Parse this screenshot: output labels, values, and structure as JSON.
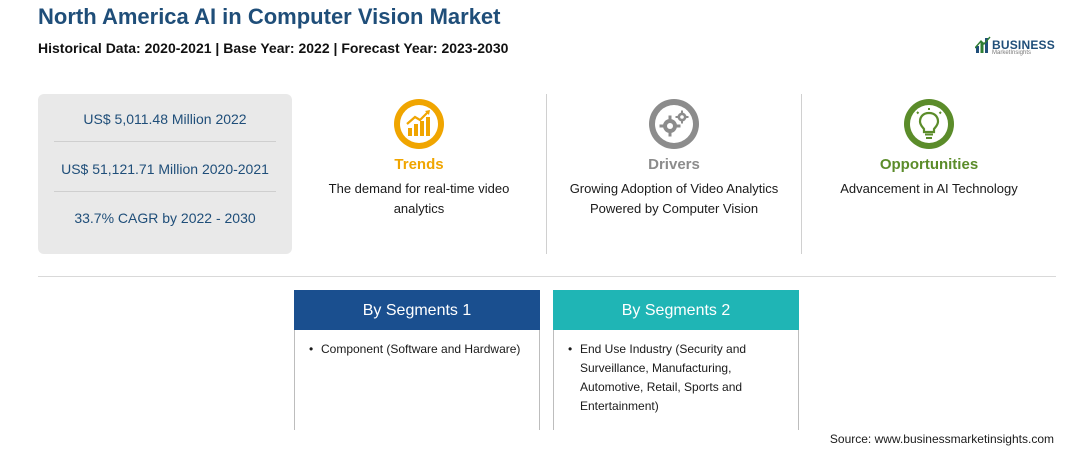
{
  "header": {
    "title": "North America AI in Computer Vision Market",
    "subtitle": "Historical Data: 2020-2021 | Base Year: 2022 | Forecast Year: 2023-2030"
  },
  "logo": {
    "name": "BUSINESS",
    "tagline": "MarketInsights"
  },
  "stats": [
    "US$ 5,011.48 Million 2022",
    "US$ 51,121.71 Million 2020-2021",
    "33.7% CAGR by 2022 - 2030"
  ],
  "columns": [
    {
      "title": "Trends",
      "text": "The demand for real-time video analytics",
      "color": "#f0a500",
      "icon": "chart-growth-icon"
    },
    {
      "title": "Drivers",
      "text": "Growing Adoption of Video Analytics Powered by Computer Vision",
      "color": "#8c8c8c",
      "icon": "gears-icon"
    },
    {
      "title": "Opportunities",
      "text": "Advancement in AI Technology",
      "color": "#5b8c2a",
      "icon": "lightbulb-icon"
    }
  ],
  "segments": [
    {
      "title": "By Segments 1",
      "color": "#1a4f8f",
      "items": [
        "Component (Software and Hardware)"
      ]
    },
    {
      "title": "By Segments 2",
      "color": "#1fb5b5",
      "items": [
        "End Use Industry (Security and Surveillance, Manufacturing, Automotive, Retail, Sports and Entertainment)"
      ]
    }
  ],
  "bullet": "•",
  "source": "Source: www.businessmarketinsights.com"
}
